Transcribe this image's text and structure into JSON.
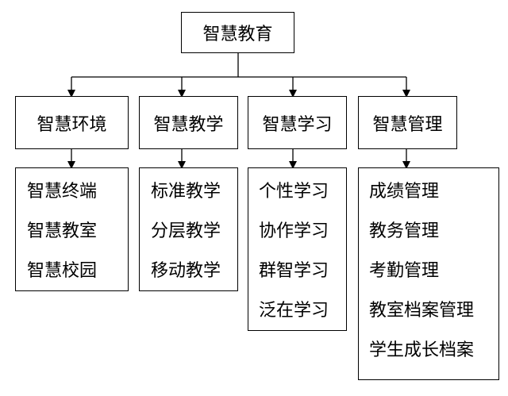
{
  "root": {
    "label": "智慧教育"
  },
  "branches": [
    {
      "title": "智慧环境",
      "items": [
        "智慧终端",
        "智慧教室",
        "智慧校园"
      ]
    },
    {
      "title": "智慧教学",
      "items": [
        "标准教学",
        "分层教学",
        "移动教学"
      ]
    },
    {
      "title": "智慧学习",
      "items": [
        "个性学习",
        "协作学习",
        "群智学习",
        "泛在学习"
      ]
    },
    {
      "title": "智慧管理",
      "items": [
        "成绩管理",
        "教务管理",
        "考勤管理",
        "教室档案管理",
        "学生成长档案"
      ]
    }
  ],
  "colors": {
    "line": "#000000",
    "background": "#ffffff",
    "text": "#000000"
  }
}
